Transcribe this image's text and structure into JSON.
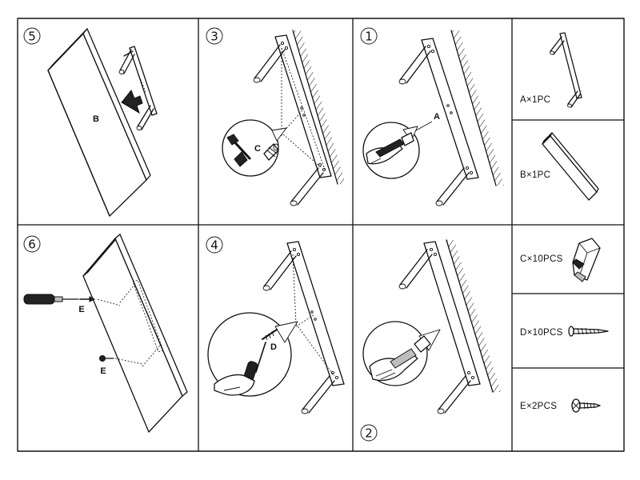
{
  "steps": {
    "s5": {
      "number": "5",
      "labels": {
        "board": "B"
      }
    },
    "s3": {
      "number": "3",
      "labels": {
        "anchor": "C"
      }
    },
    "s1": {
      "number": "1",
      "labels": {
        "bracket": "A"
      }
    },
    "s6": {
      "number": "6",
      "labels": {
        "screw_top": "E",
        "screw_bottom": "E"
      }
    },
    "s4": {
      "number": "4",
      "labels": {
        "screw": "D"
      }
    },
    "s2": {
      "number": "2"
    }
  },
  "parts": [
    {
      "text": "A×1PC",
      "icon": "bracket-icon"
    },
    {
      "text": "B×1PC",
      "icon": "board-icon"
    },
    {
      "text": "C×10PCS",
      "icon": "wall-anchor-icon"
    },
    {
      "text": "D×10PCS",
      "icon": "wood-screw-icon"
    },
    {
      "text": "E×2PCS",
      "icon": "machine-screw-icon"
    }
  ]
}
